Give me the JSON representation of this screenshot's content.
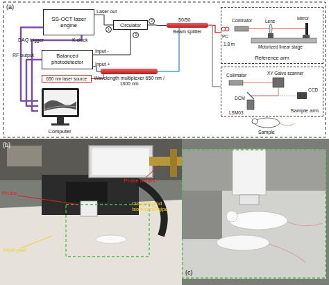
{
  "diagram": {
    "nodes": [
      {
        "text": [
          "SS-OCT laser engine"
        ]
      },
      {
        "text": [
          "Circulator"
        ]
      },
      {
        "text": [
          "Balanced photodetector"
        ]
      },
      {
        "text": [
          "650 nm laser source"
        ]
      },
      {
        "text": [
          "Wavelength multiplexer 650 nm / 1300 nm"
        ]
      },
      {
        "text": [
          "Beam splitter"
        ]
      },
      {
        "text": [
          "Computer"
        ]
      },
      {
        "text": [
          "Reference arm"
        ]
      },
      {
        "text": [
          "Sample arm"
        ]
      }
    ],
    "edges": [
      {
        "from": 0,
        "to": 1,
        "arrow": "none"
      },
      {
        "from": 1,
        "to": 5,
        "arrow": "none"
      },
      {
        "from": 1,
        "to": 2,
        "arrow": "none"
      },
      {
        "from": 5,
        "to": 7,
        "arrow": "none"
      },
      {
        "from": 5,
        "to": 8,
        "arrow": "none"
      },
      {
        "from": 5,
        "to": 4,
        "arrow": "none"
      },
      {
        "from": 4,
        "to": 2,
        "arrow": "none"
      },
      {
        "from": 3,
        "to": 4,
        "arrow": "none"
      },
      {
        "from": 2,
        "to": 6,
        "arrow": "none"
      },
      {
        "from": 0,
        "to": 6,
        "arrow": "none"
      },
      {
        "from": 0,
        "to": 6,
        "arrow": "none"
      }
    ],
    "labels": [
      "(a)",
      "Laser out",
      "DAQ trigger",
      "K clock",
      "1",
      "2",
      "3",
      "RF output",
      "Input -",
      "Input +",
      "50/50",
      "PC",
      "1.8 m",
      "Collimator",
      "Lens",
      "Mirror",
      "Motorized linear stage",
      "Collimator",
      "XY Galvo scanner",
      "DCM",
      "CCD",
      "LSM03",
      "Sample",
      "(b)",
      "Probe",
      "Probe mount",
      "Oxygen and isoflurane pipe",
      "Heat pad",
      "(c)"
    ]
  }
}
